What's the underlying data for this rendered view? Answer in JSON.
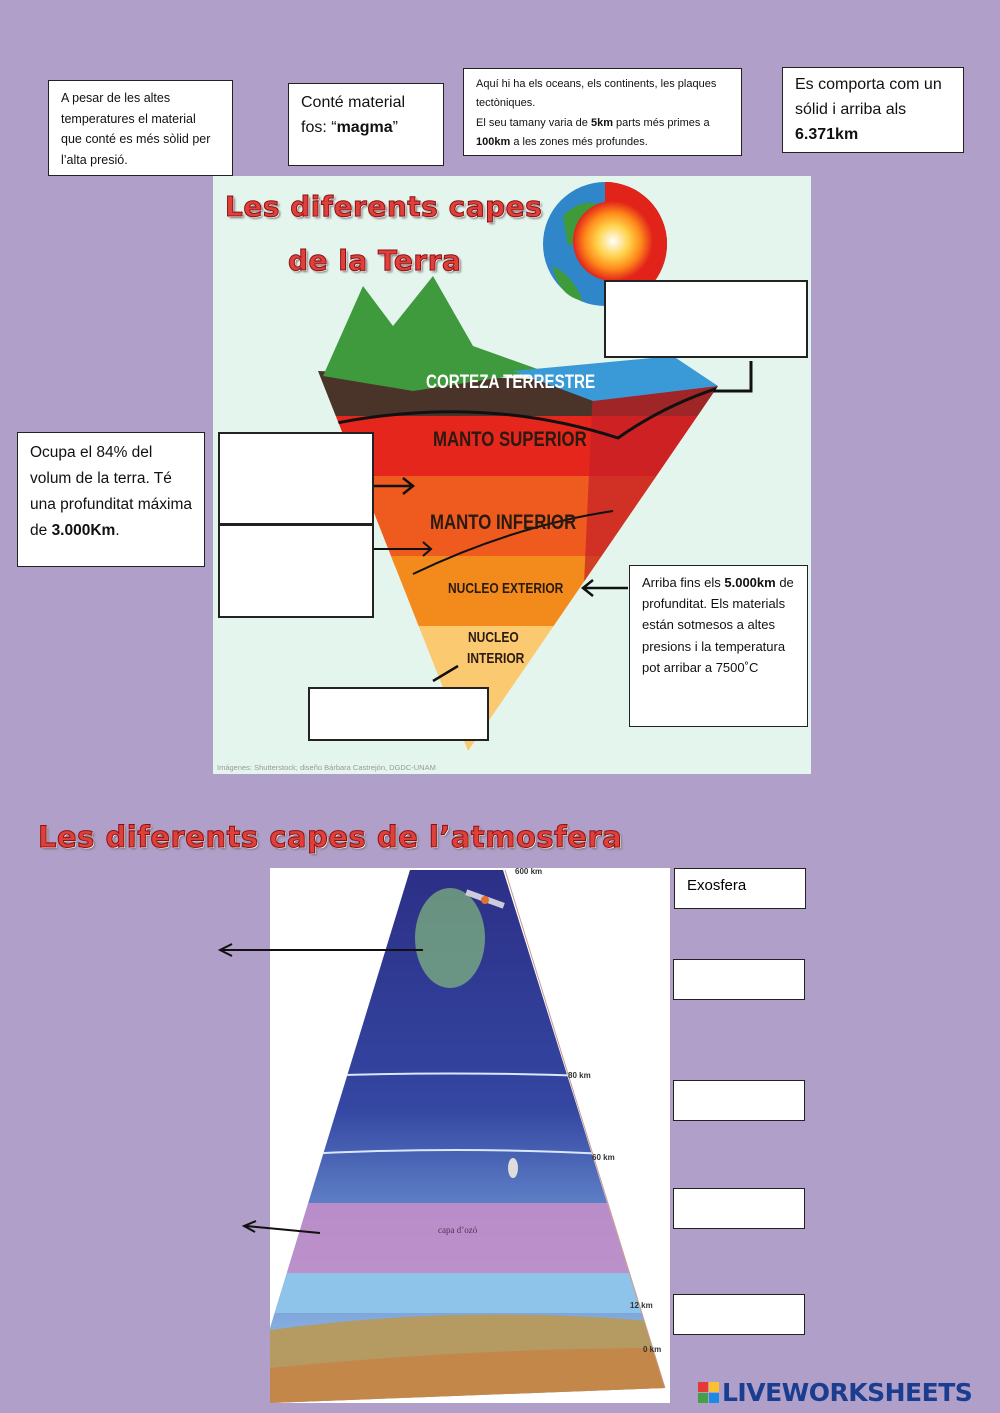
{
  "earth": {
    "title_line1": "Les diferents capes",
    "title_line2": "de la Terra",
    "info_boxes": {
      "inner_core": "A pesar de les altes temperatures el material que conté es més sòlid per l’alta presió.",
      "magma_prefix": "Conté material fos: “",
      "magma_bold": "magma",
      "magma_suffix": "”",
      "crust_line1": "Aquí hi ha els oceans, els continents, les plaques tectòniques.",
      "crust_line2a": "El seu tamany varia de ",
      "crust_line2b": "5km",
      "crust_line2c": " parts més primes a ",
      "crust_line2d": "100km",
      "crust_line2e": " a les zones més profundes.",
      "solid_text": "Es comporta com un sólid i arriba als ",
      "solid_bold": "6.371km",
      "mantle_text": "Ocupa el 84% del volum de la terra. Té una profunditat máxima de ",
      "mantle_bold": "3.000Km",
      "mantle_end": ".",
      "outer_a": "Arriba fins els ",
      "outer_bold": "5.000km",
      "outer_b": " de profunditat. Els materials están sotmesos a altes presions i la temperatura pot arribar a 7500˚C"
    },
    "layers": [
      "CORTEZA TERRESTRE",
      "MANTO SUPERIOR",
      "MANTO INFERIOR",
      "NUCLEO EXTERIOR",
      "NUCLEO",
      "INTERIOR"
    ],
    "credit": "Imágenes: Shutterstock; diseño Bárbara Castrejón, DGDC-UNAM"
  },
  "atmosphere": {
    "title": "Les diferents capes de l’atmosfera",
    "altitudes": [
      "600 km",
      "80 km",
      "60 km",
      "12 km",
      "0 km"
    ],
    "ozone_label": "capa d’ozó",
    "answers": [
      "Exosfera",
      "",
      "",
      "",
      ""
    ]
  },
  "brand": {
    "name": "LIVEWORKSHEETS",
    "logo_letters": "LIVE"
  }
}
